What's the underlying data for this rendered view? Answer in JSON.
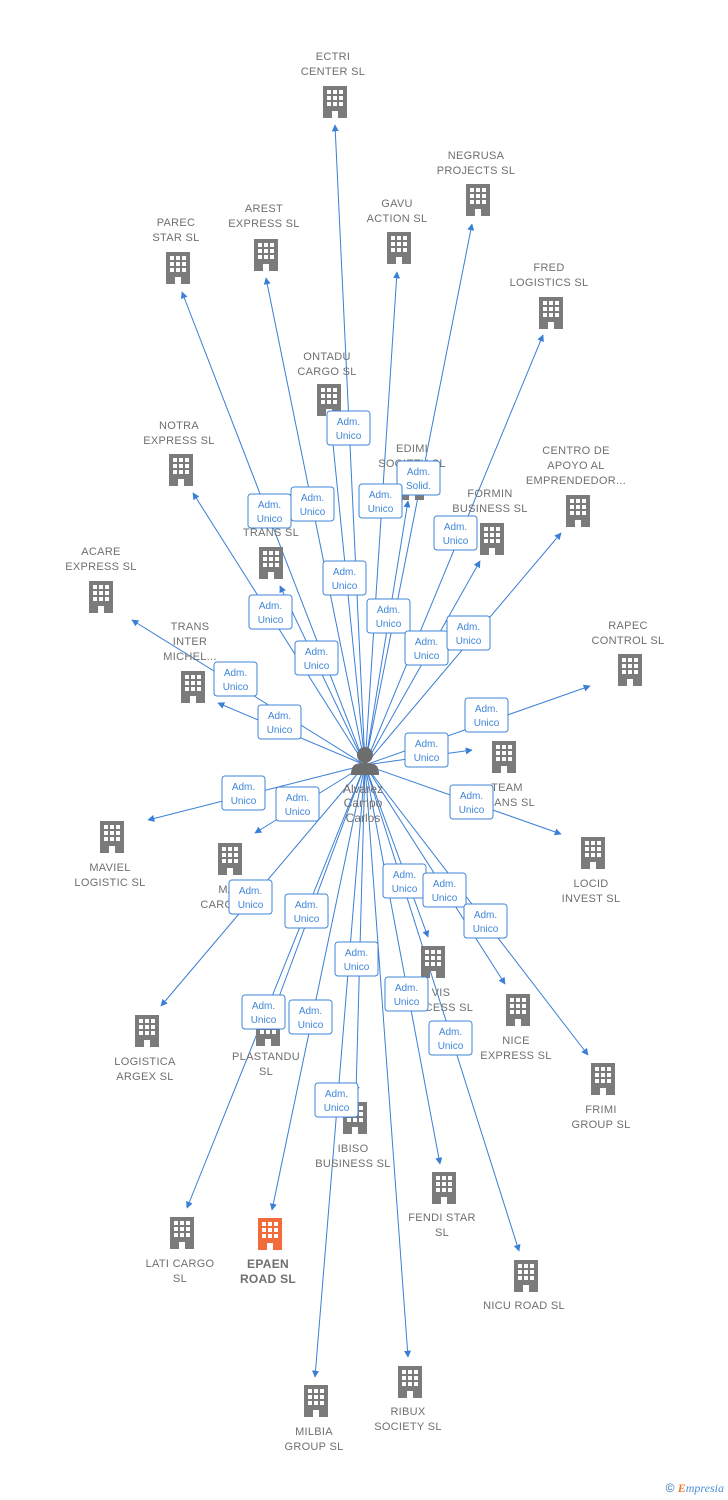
{
  "colors": {
    "edge": "#3a7fd5",
    "building": "#7b7b7b",
    "building_highlight": "#f26b3a",
    "badge_border": "#3f86d8",
    "person": "#6d6d6d",
    "label": "#6f6f6f"
  },
  "center": {
    "name": [
      "Alvarez",
      "Campo",
      "Carlos"
    ],
    "icon": "person-icon"
  },
  "companies": [
    {
      "id": "ectri",
      "label": [
        "ECTRI",
        "CENTER  SL"
      ]
    },
    {
      "id": "negrusa",
      "label": [
        "NEGRUSA",
        "PROJECTS  SL"
      ]
    },
    {
      "id": "arest",
      "label": [
        "AREST",
        "EXPRESS  SL"
      ]
    },
    {
      "id": "gavu",
      "label": [
        "GAVU",
        "ACTION  SL"
      ]
    },
    {
      "id": "parec",
      "label": [
        "PAREC",
        "STAR  SL"
      ]
    },
    {
      "id": "fred",
      "label": [
        "FRED",
        "LOGISTICS  SL"
      ]
    },
    {
      "id": "ontadu",
      "label": [
        "ONTADU",
        "CARGO  SL"
      ]
    },
    {
      "id": "notra",
      "label": [
        "NOTRA",
        "EXPRESS  SL"
      ]
    },
    {
      "id": "edimi",
      "label": [
        "EDIMI",
        "SOCIETY  SL"
      ]
    },
    {
      "id": "centro",
      "label": [
        "CENTRO DE",
        "APOYO AL",
        "EMPRENDEDOR..."
      ]
    },
    {
      "id": "formin",
      "label": [
        "FORMIN",
        "BUSINESS  SL"
      ]
    },
    {
      "id": "trans",
      "label": [
        "TRANS  SL"
      ]
    },
    {
      "id": "acare",
      "label": [
        "ACARE",
        "EXPRESS  SL"
      ]
    },
    {
      "id": "transinter",
      "label": [
        "TRANS",
        "INTER",
        "MICHEL..."
      ]
    },
    {
      "id": "rapec",
      "label": [
        "RAPEC",
        "CONTROL  SL"
      ]
    },
    {
      "id": "team",
      "label": [
        "TEAM",
        "TRANS  SL"
      ]
    },
    {
      "id": "maviel",
      "label": [
        "MAVIEL",
        "LOGISTIC  SL"
      ]
    },
    {
      "id": "mat",
      "label": [
        "MAT",
        "CARGO  SL"
      ]
    },
    {
      "id": "locid",
      "label": [
        "LOCID",
        "INVEST  SL"
      ]
    },
    {
      "id": "vis",
      "label": [
        "VIS",
        "ACCESS  SL"
      ]
    },
    {
      "id": "nice",
      "label": [
        "NICE",
        "EXPRESS  SL"
      ]
    },
    {
      "id": "logistica",
      "label": [
        "LOGISTICA",
        "ARGEX  SL"
      ]
    },
    {
      "id": "plastandu",
      "label": [
        "PLASTANDU",
        "SL"
      ]
    },
    {
      "id": "frimi",
      "label": [
        "FRIMI",
        "GROUP  SL"
      ]
    },
    {
      "id": "ibiso",
      "label": [
        "IBISO",
        "BUSINESS  SL"
      ]
    },
    {
      "id": "fendi",
      "label": [
        "FENDI STAR",
        "SL"
      ]
    },
    {
      "id": "lati",
      "label": [
        "LATI CARGO",
        "SL"
      ]
    },
    {
      "id": "epaen",
      "label": [
        "EPAEN",
        "ROAD  SL"
      ],
      "highlight": true
    },
    {
      "id": "nicu",
      "label": [
        "NICU ROAD  SL"
      ]
    },
    {
      "id": "milbia",
      "label": [
        "MILBIA",
        "GROUP  SL"
      ]
    },
    {
      "id": "ribux",
      "label": [
        "RIBUX",
        "SOCIETY  SL"
      ]
    }
  ],
  "badges": [
    [
      "Adm.",
      "Unico"
    ],
    [
      "Adm.",
      "Solid."
    ],
    [
      "Adm.",
      "Unico"
    ],
    [
      "Adm.",
      "Unico"
    ],
    [
      "Adm.",
      "Unico"
    ],
    [
      "Adm.",
      "Unico"
    ],
    [
      "Adm.",
      "Unico"
    ],
    [
      "Adm.",
      "Unico"
    ],
    [
      "Adm.",
      "Unico"
    ],
    [
      "Adm.",
      "Unico"
    ],
    [
      "Adm.",
      "Unico"
    ],
    [
      "Adm.",
      "Unico"
    ],
    [
      "Adm.",
      "Unico"
    ],
    [
      "Adm.",
      "Unico"
    ],
    [
      "Adm.",
      "Unico"
    ],
    [
      "Adm.",
      "Unico"
    ],
    [
      "Adm.",
      "Unico"
    ],
    [
      "Adm.",
      "Unico"
    ],
    [
      "Adm.",
      "Unico"
    ],
    [
      "Adm.",
      "Unico"
    ],
    [
      "Adm.",
      "Unico"
    ],
    [
      "Adm.",
      "Unico"
    ],
    [
      "Adm.",
      "Unico"
    ],
    [
      "Adm.",
      "Unico"
    ],
    [
      "Adm.",
      "Unico"
    ],
    [
      "Adm.",
      "Unico"
    ],
    [
      "Adm.",
      "Unico"
    ],
    [
      "Adm.",
      "Unico"
    ],
    [
      "Adm.",
      "Unico"
    ],
    [
      "Adm.",
      "Unico"
    ]
  ],
  "footer": {
    "copyright": "©",
    "brand_first": "E",
    "brand_rest": "mpresia"
  }
}
